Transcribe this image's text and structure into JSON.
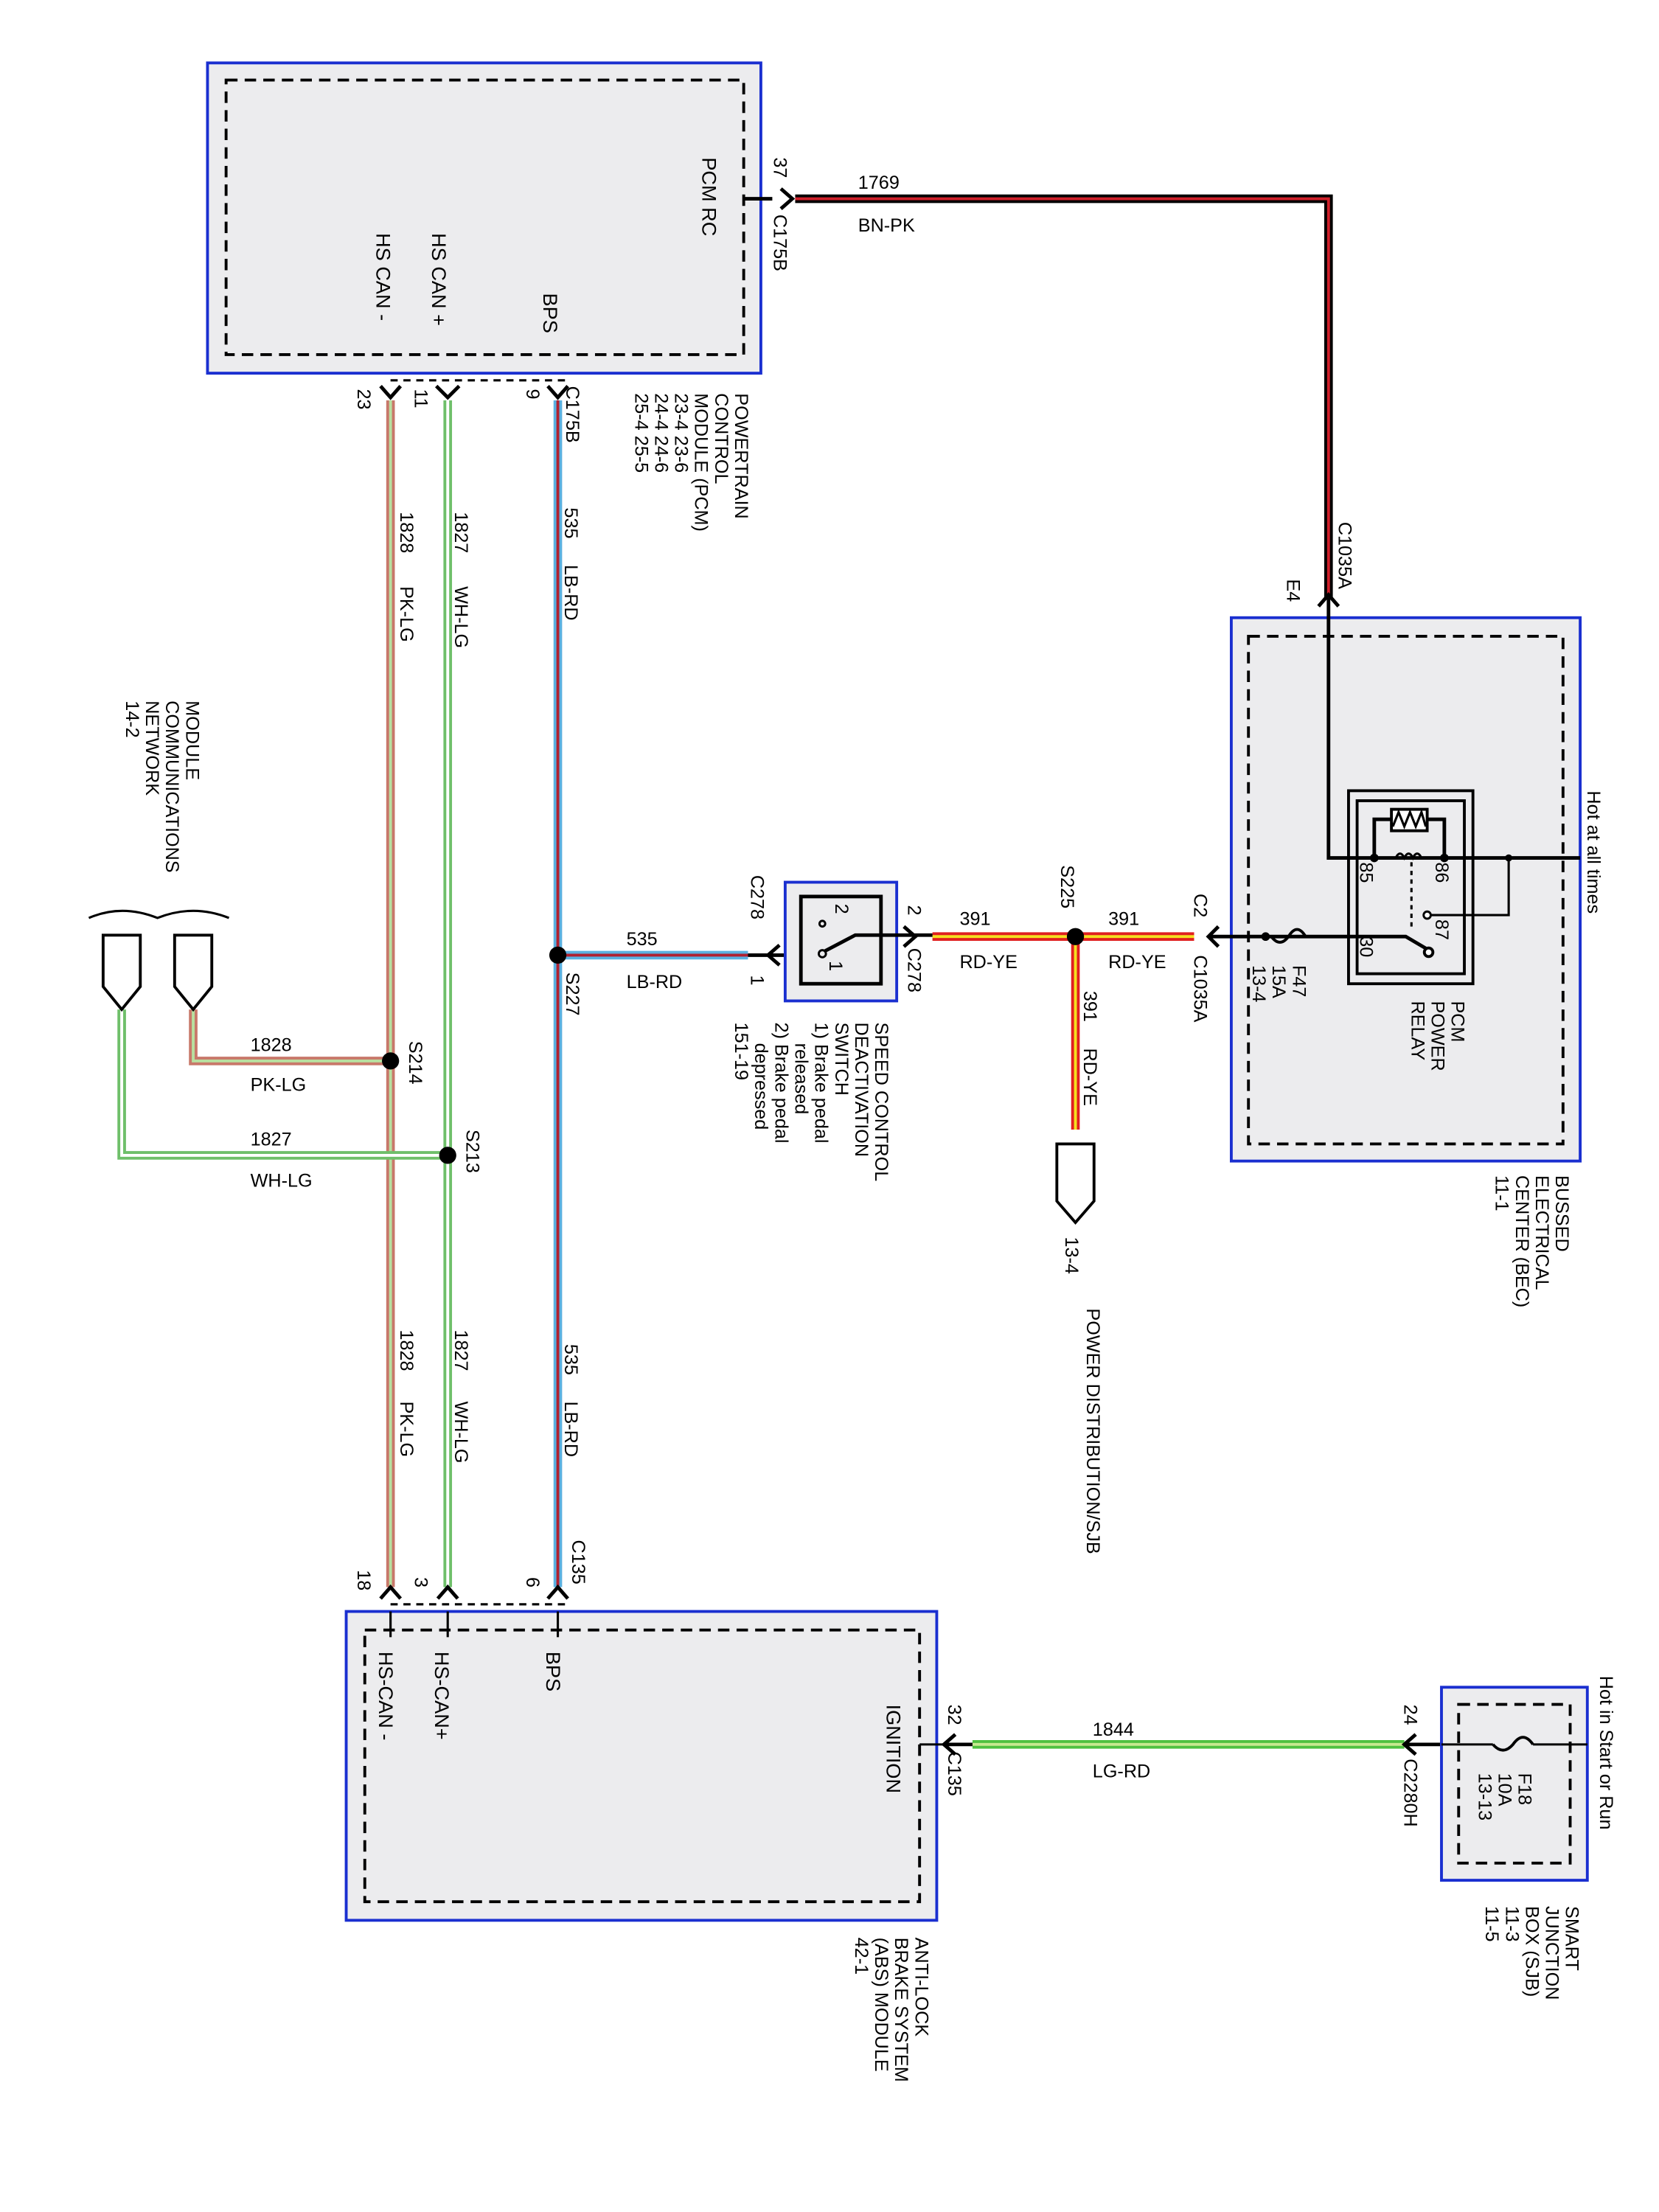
{
  "pcm": {
    "label_lines": [
      "POWERTRAIN",
      "CONTROL",
      "MODULE (PCM)",
      "23-4     23-6",
      "24-4     24-6",
      "25-4     25-5"
    ],
    "pin_pcm_rc": "PCM RC",
    "pin_hs_can_minus": "HS CAN -",
    "pin_hs_can_plus": "HS CAN +",
    "pin_bps": "BPS",
    "pin37": "37",
    "conn_top": "C175B",
    "pin23": "23",
    "pin11": "11",
    "pin9": "9",
    "conn_bottom": "C175B"
  },
  "wires": {
    "w1769": {
      "circuit": "1769",
      "color": "BN-PK"
    },
    "w1828": {
      "circuit": "1828",
      "color": "PK-LG"
    },
    "w1827": {
      "circuit": "1827",
      "color": "WH-LG"
    },
    "w535": {
      "circuit": "535",
      "color": "LB-RD"
    },
    "w391": {
      "circuit": "391",
      "color": "RD-YE"
    },
    "w1844": {
      "circuit": "1844",
      "color": "LG-RD"
    }
  },
  "wire_colors": {
    "BN-PK": [
      "#000000",
      "#d0202a"
    ],
    "PK-LG": [
      "#c8786a",
      "#b8e0a0"
    ],
    "WH-LG": [
      "#6fbf6a",
      "#ffffff"
    ],
    "LB-RD": [
      "#5ab0e0",
      "#b02030"
    ],
    "RD-YE": [
      "#e02020",
      "#f5e020"
    ],
    "LG-RD": [
      "#50c040",
      "#c8e890"
    ]
  },
  "splices": {
    "s227": "S227",
    "s225": "S225",
    "s214": "S214",
    "s213": "S213"
  },
  "switch": {
    "label_lines": [
      "SPEED CONTROL",
      "DEACTIVATION",
      "SWITCH",
      "1) Brake pedal",
      "    released",
      "2) Brake pedal",
      "    depressed",
      "151-19"
    ],
    "conn": "C278",
    "pin1": "1",
    "pin2": "2",
    "inner_pin1": "1",
    "inner_pin2": "2"
  },
  "bec": {
    "label_lines": [
      "BUSSED",
      "ELECTRICAL",
      "CENTER (BEC)",
      "11-1"
    ],
    "hot_text": "Hot at all times",
    "conn_c2": "C2",
    "conn_c1035a": "C1035A",
    "conn_top": "C1035A",
    "pin_e4": "E4",
    "fuse_lines": [
      "F47",
      "15A",
      "13-4"
    ],
    "relay_lines": [
      "PCM",
      "POWER",
      "RELAY"
    ],
    "relay_pins": {
      "p85": "85",
      "p86": "86",
      "p87": "87",
      "p30": "30"
    }
  },
  "power_dist": {
    "ref": "13-4",
    "label": "POWER DISTRIBUTION/SJB"
  },
  "mcn": {
    "label_lines": [
      "MODULE",
      "COMMUNICATIONS",
      "NETWORK",
      "14-2"
    ]
  },
  "abs": {
    "label_lines": [
      "ANTI-LOCK",
      "BRAKE SYSTEM",
      "(ABS) MODULE",
      "42-1"
    ],
    "pin_hs_can_minus": "HS-CAN -",
    "pin_hs_can_plus": "HS-CAN+",
    "pin_bps": "BPS",
    "pin_ignition": "IGNITION",
    "pin18": "18",
    "pin3": "3",
    "pin6": "6",
    "conn_top": "C135",
    "pin32": "32",
    "conn_right": "C135"
  },
  "sjb": {
    "label_lines": [
      "SMART",
      "JUNCTION",
      "BOX (SJB)",
      "11-3",
      "11-5"
    ],
    "hot_text": "Hot in Start or Run",
    "pin24": "24",
    "conn": "C2280H",
    "fuse_lines": [
      "F18",
      "10A",
      "13-13"
    ]
  }
}
